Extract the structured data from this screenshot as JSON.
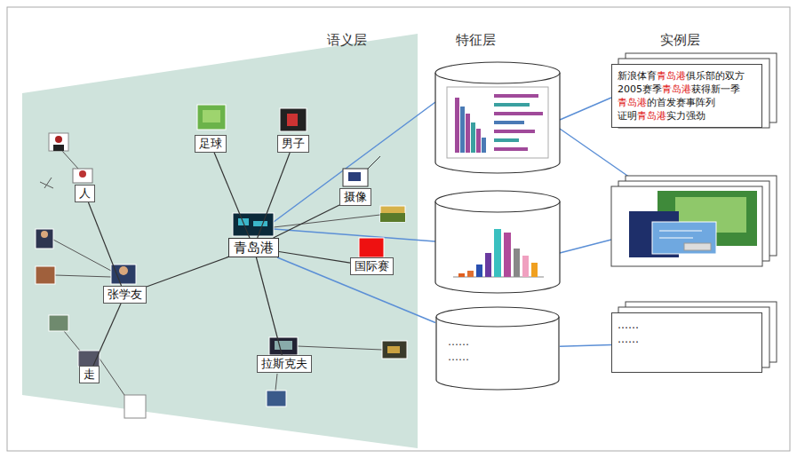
{
  "diagram": {
    "nodes": [
      {
        "text": [
          "足球"
        ]
      },
      {
        "text": [
          "男子"
        ]
      },
      {
        "text": [
          "摄像"
        ]
      },
      {
        "text": [
          "人"
        ]
      },
      {
        "text": [
          "青岛港"
        ]
      },
      {
        "text": [
          "国际赛"
        ]
      },
      {
        "text": [
          "张学友"
        ]
      },
      {
        "text": [
          "拉斯克夫"
        ]
      },
      {
        "text": [
          "走"
        ]
      },
      {
        "text": [
          "新浪体育",
          "青岛港",
          "俱乐部的双方",
          "2005赛季",
          "青岛港",
          "获得新一季",
          "青岛港",
          "的首发赛事阵列",
          "证明",
          "青岛港",
          "实力强劲"
        ]
      },
      {
        "text": [
          "……",
          "……"
        ]
      },
      {
        "text": [
          "……",
          "……"
        ]
      }
    ],
    "edges": [
      {
        "from": 3,
        "to": 6,
        "arrow": "none"
      },
      {
        "from": 6,
        "to": 4,
        "arrow": "none"
      },
      {
        "from": 6,
        "to": 8,
        "arrow": "none"
      },
      {
        "from": 4,
        "to": 0,
        "arrow": "none"
      },
      {
        "from": 4,
        "to": 1,
        "arrow": "none"
      },
      {
        "from": 4,
        "to": 2,
        "arrow": "none"
      },
      {
        "from": 4,
        "to": 5,
        "arrow": "none"
      },
      {
        "from": 4,
        "to": 7,
        "arrow": "none"
      },
      {
        "from": 4,
        "to": 10,
        "arrow": "none"
      },
      {
        "from": 10,
        "to": 11,
        "arrow": "none"
      }
    ],
    "labels": [
      "语义层",
      "特征层",
      "实例层"
    ]
  }
}
